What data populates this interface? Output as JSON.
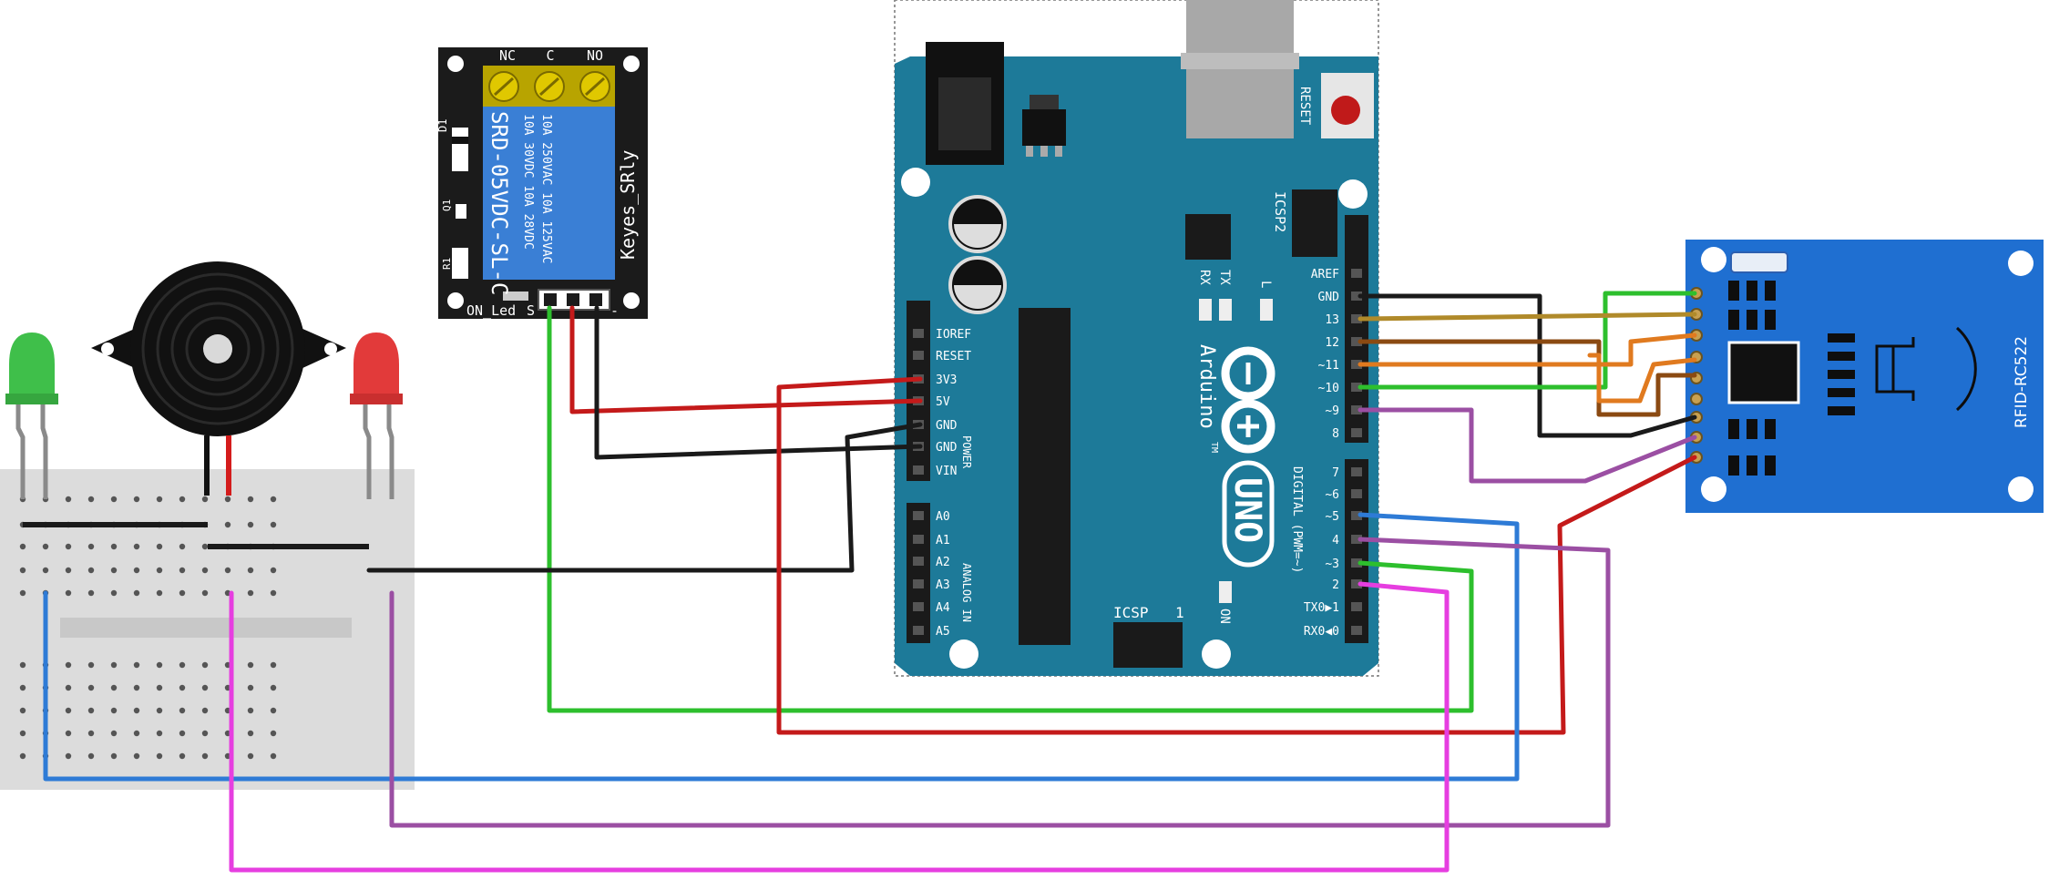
{
  "relay": {
    "terminals": [
      "NC",
      "C",
      "NO"
    ],
    "spec_1": "10A 250VAC  10A 125VAC",
    "spec_2": "10A  30VDC  10A  28VDC",
    "model": "SRD-05VDC-SL-C",
    "brand": "Keyes_SRly",
    "led_label": "ON_Led",
    "pin_label": "S",
    "pin_minus": "-",
    "diode": "D1",
    "transistor": "Q1",
    "resistor": "R1"
  },
  "arduino": {
    "reset": "RESET",
    "icsp2": "ICSP2",
    "icsp": "ICSP",
    "icsp_pin1": "1",
    "brand": "Arduino",
    "tm": "TM",
    "model": "UNO",
    "on_label": "ON",
    "rx": "RX",
    "tx": "TX",
    "l": "L",
    "power_label": "POWER",
    "analog_label": "ANALOG IN",
    "digital_label": "DIGITAL (PWM=~)",
    "power_pins": [
      "IOREF",
      "RESET",
      "3V3",
      "5V",
      "GND",
      "GND",
      "VIN"
    ],
    "analog_pins": [
      "A0",
      "A1",
      "A2",
      "A3",
      "A4",
      "A5"
    ],
    "digital_pins_top": [
      "AREF",
      "GND",
      "13",
      "12",
      "~11",
      "~10",
      "~9",
      "8"
    ],
    "digital_pins_bottom": [
      "7",
      "~6",
      "~5",
      "4",
      "~3",
      "2",
      "TX0▶1",
      "RX0◀0"
    ]
  },
  "rfid": {
    "label": "RFID-RC522"
  },
  "colors": {
    "arduino_board": "#1d7a99",
    "relay_board": "#1b1b1b",
    "relay_block": "#3a7fd5",
    "rfid_board": "#1f6fd1",
    "breadboard": "#dcdcdc",
    "wire_red": "#c41a1a",
    "wire_black": "#1a1a1a",
    "wire_green": "#2dbf2d",
    "wire_blue": "#2e7bd6",
    "wire_purple": "#9b4fa3",
    "wire_magenta": "#e63ee0",
    "wire_orange": "#e07a1f",
    "wire_brown": "#8b4a12",
    "wire_olive": "#b08a2a",
    "led_green": "#3fbf4a",
    "led_red": "#e23a3a"
  },
  "icons": [
    "buzzer-icon",
    "green-led-icon",
    "red-led-icon",
    "arduino-logo-icon",
    "relay-coil-icon",
    "rfid-antenna-icon"
  ]
}
